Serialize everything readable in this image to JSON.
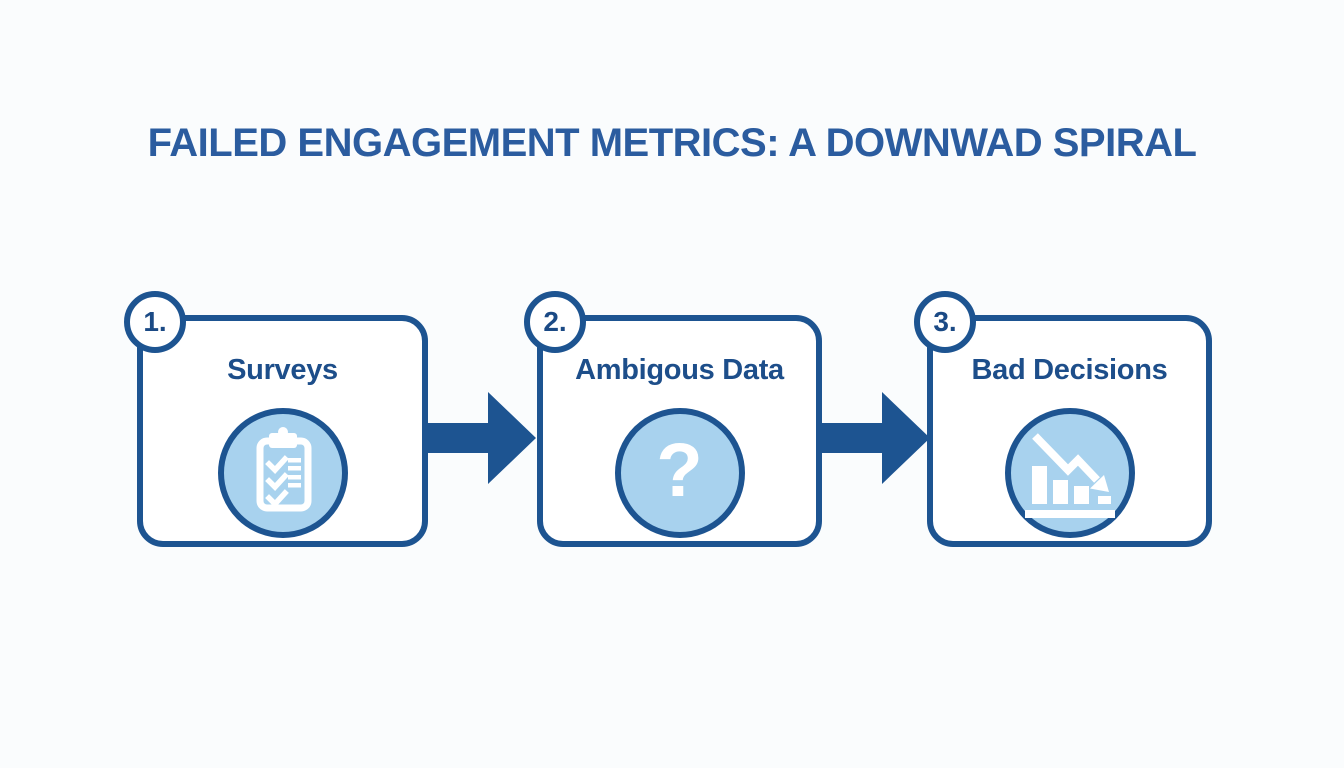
{
  "title": "FAILED ENGAGEMENT METRICS: A DOWNWAD SPIRAL",
  "colors": {
    "background": "#fafcfd",
    "outline_blue": "#1d5491",
    "title_blue": "#2b5c9f",
    "label_blue": "#1d4e8a",
    "icon_circle_fill": "#a8d2ee",
    "icon_glyph_white": "#ffffff",
    "box_background": "#ffffff"
  },
  "steps": [
    {
      "number": "1.",
      "label": "Surveys",
      "icon": "clipboard-checklist-icon"
    },
    {
      "number": "2.",
      "label": "Ambigous Data",
      "icon": "question-mark-icon"
    },
    {
      "number": "3.",
      "label": "Bad Decisions",
      "icon": "declining-bar-chart-icon"
    }
  ],
  "icon_glyphs": {
    "question_mark": "?"
  },
  "connectors": [
    {
      "type": "right-arrow"
    },
    {
      "type": "right-arrow"
    }
  ]
}
